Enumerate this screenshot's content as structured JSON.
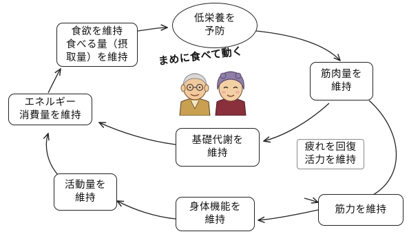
{
  "slogan": "まめに食べて動く",
  "nodes": {
    "yobou": [
      "低栄養を",
      "予防"
    ],
    "kinniku": [
      "筋肉量を",
      "維持"
    ],
    "kinryoku": [
      "筋力を維持"
    ],
    "shintai": [
      "身体機能を",
      "維持"
    ],
    "katsudou": [
      "活動量を",
      "維持"
    ],
    "energy": [
      "エネルギー",
      "消費量を維持"
    ],
    "shokuyoku": [
      "食欲を維持",
      "食べる量（摂",
      "取量）を維持"
    ],
    "kiso": [
      "基礎代謝を",
      "維持"
    ],
    "tsukare": [
      "疲れを回復",
      "活力を維持"
    ]
  },
  "colors": {
    "line": "#222222",
    "elder_left_shirt": "#c8a050",
    "elder_right_shirt": "#8a2f3c"
  },
  "icons": {
    "figures": "elderly-couple-icon"
  }
}
